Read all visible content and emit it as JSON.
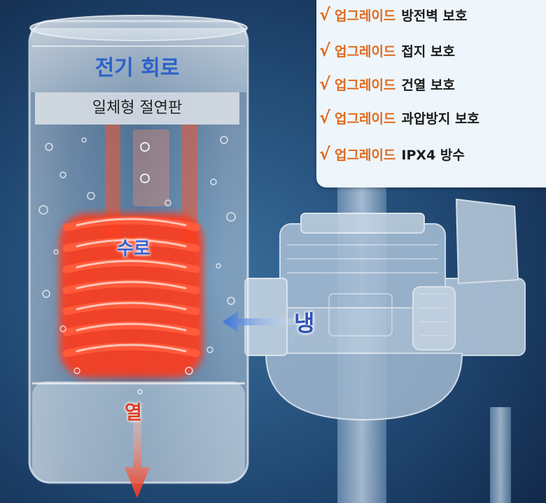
{
  "labels": {
    "electric_circuit": "전기 회로",
    "insulation_plate": "일체형 절연판",
    "water_path": "수로",
    "cold": "냉",
    "heat": "열"
  },
  "features": [
    {
      "check": "√",
      "highlight": "업그레이드",
      "text": "방전벽 보호"
    },
    {
      "check": "√",
      "highlight": "업그레이드",
      "text": "접지 보호"
    },
    {
      "check": "√",
      "highlight": "업그레이드",
      "text": "건열 보호"
    },
    {
      "check": "√",
      "highlight": "업그레이드",
      "text": "과압방지 보호"
    },
    {
      "check": "√",
      "highlight": "업그레이드",
      "text": "IPX4 방수"
    }
  ],
  "colors": {
    "background": "#1b3a5c",
    "accent_orange": "#e06a1e",
    "label_blue": "#2a62c9",
    "coil_red": "#f0402a",
    "panel": "#eef6fc"
  }
}
